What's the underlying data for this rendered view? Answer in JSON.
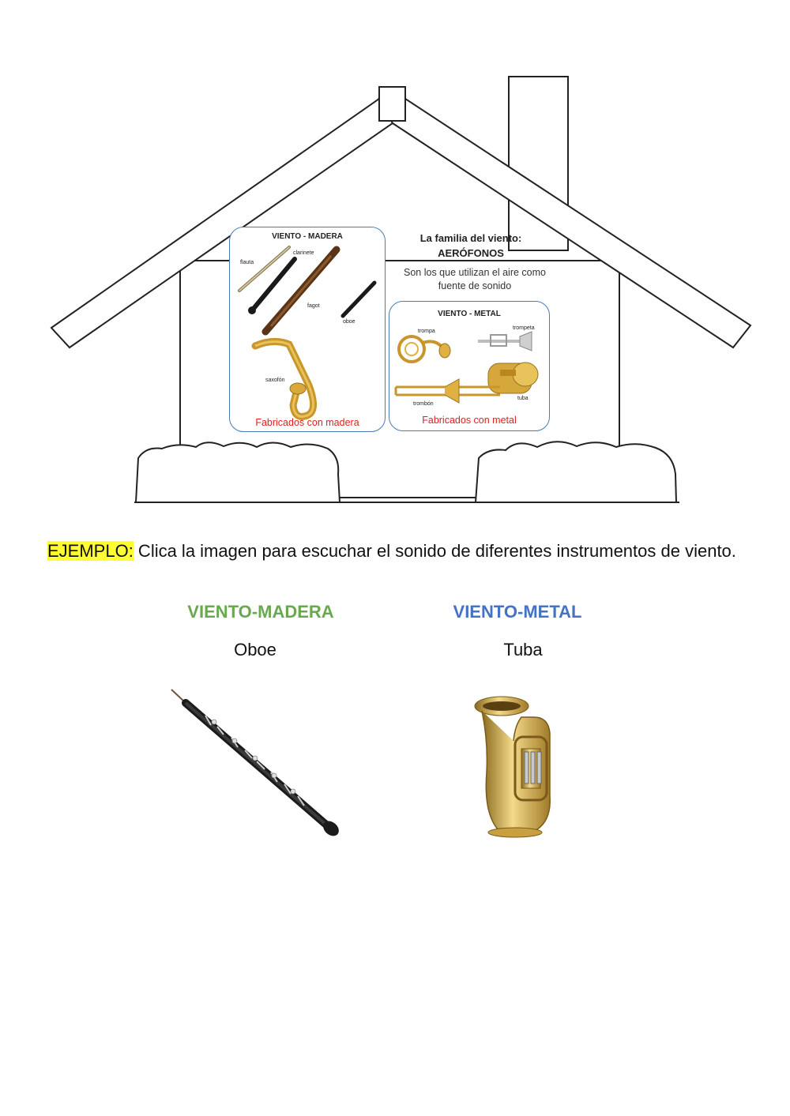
{
  "house": {
    "madera_panel": {
      "title": "VIENTO - MADERA",
      "labels": {
        "flauta": "flauta",
        "clarinete": "clarinete",
        "fagot": "fagot",
        "oboe": "oboe",
        "saxofon": "saxofón"
      },
      "caption": "Fabricados con madera"
    },
    "info": {
      "title": "La familia del viento:",
      "subtitle": "AERÓFONOS",
      "description": "Son los que utilizan el aire como fuente de sonido"
    },
    "metal_panel": {
      "title": "VIENTO - METAL",
      "labels": {
        "trompa": "trompa",
        "trompeta": "trompeta",
        "trombon": "trombón",
        "tuba": "tuba"
      },
      "caption": "Fabricados con metal"
    }
  },
  "instructions": {
    "label": "EJEMPLO:",
    "text": " Clica la imagen para escuchar el sonido de diferentes instrumentos de viento."
  },
  "categories": {
    "madera": {
      "heading": "VIENTO-MADERA",
      "instrument": "Oboe"
    },
    "metal": {
      "heading": "VIENTO-METAL",
      "instrument": "Tuba"
    }
  },
  "colors": {
    "madera_heading": "#6aa84f",
    "metal_heading": "#4472c4",
    "highlight": "#ffff33",
    "caption_red": "#e02020",
    "panel_border": "#4a7ab8"
  }
}
